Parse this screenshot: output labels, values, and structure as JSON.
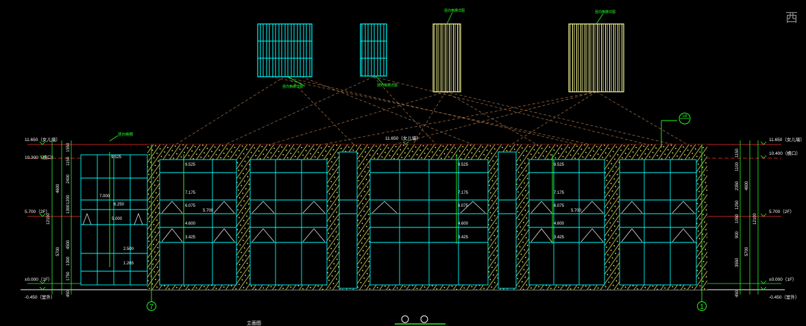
{
  "viewcube": {
    "label": "西"
  },
  "colors": {
    "background": "#000000",
    "green": "#22ff22",
    "cyan": "#00ffff",
    "yellow": "#ffff99",
    "red": "#ff3030",
    "brown": "#b27a4c",
    "white": "#ffffff",
    "gray": "#8a8a8a"
  },
  "top_levels": {
    "left_roof": "11.650（女儿墙）",
    "left_top": "10.300（檐口）",
    "left_mid": "5.700（2F）",
    "left_ground": "±0.000（1F）",
    "left_base": "-0.450（室外）",
    "right_roof": "11.650（女儿墙）",
    "right_top": "10.400（檐口）",
    "right_mid": "5.700（2F）",
    "right_ground": "±0.000（1F）",
    "right_base": "-0.450（室外）",
    "center_roof": "11.650（女儿墙）"
  },
  "left_dims": [
    "1550",
    "1150",
    "2400",
    "1200",
    "1300",
    "4500",
    "1300",
    "1750",
    "450"
  ],
  "left_dims_totals": [
    "4600",
    "12100",
    "5700"
  ],
  "right_dims": [
    "1150",
    "1100",
    "2350",
    "1250",
    "1050",
    "900",
    "3550",
    "450"
  ],
  "right_dims_totals": [
    "4600",
    "12100",
    "5700"
  ],
  "interior_levels_a": [
    "9.525",
    "7.175",
    "6.075",
    "5.700",
    "4.600",
    "3.425"
  ],
  "interior_levels_b": [
    "9.525",
    "7.175",
    "6.075",
    "4.600",
    "3.425"
  ],
  "interior_levels_c": [
    "9.525",
    "7.175",
    "6.075",
    "5.700",
    "4.600",
    "3.425"
  ],
  "left_panel_levels": [
    "9.525",
    "7.000",
    "6.250",
    "5.000",
    "2.500",
    "1.265"
  ],
  "axis_markers": {
    "left": "7",
    "right": "1",
    "top": "1/8"
  },
  "callouts": {
    "panel1": "竖向格栅详图",
    "panel2": "竖向格栅详图",
    "panel3": "竖向格栅详图",
    "panel4": "竖向格栅详图",
    "left_note": "竖向格栅"
  },
  "footer": {
    "title": "立面图"
  }
}
